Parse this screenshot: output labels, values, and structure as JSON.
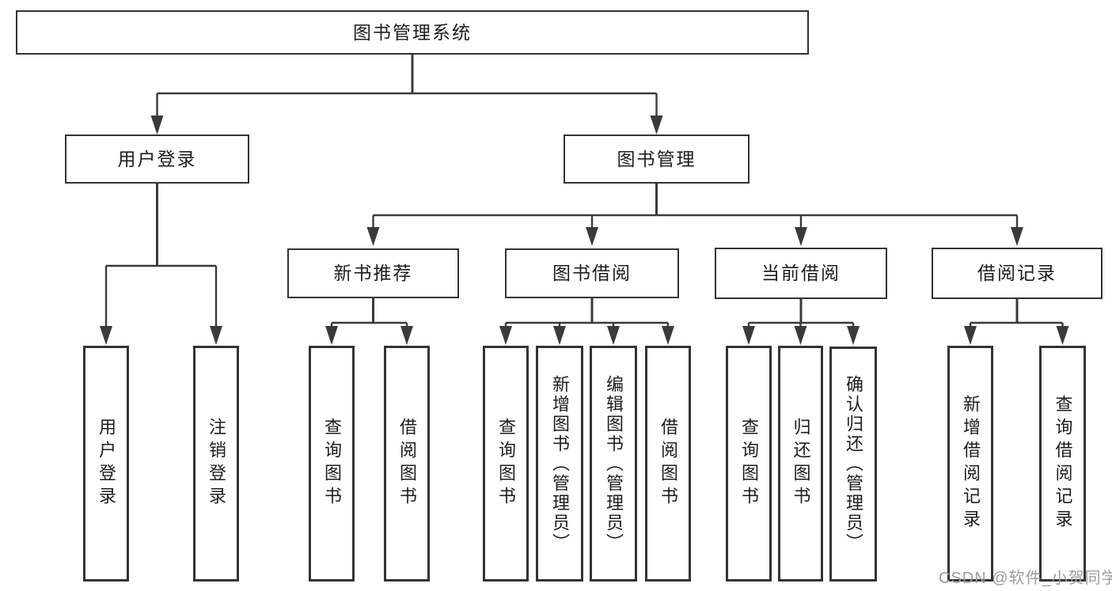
{
  "diagram": {
    "root": {
      "label": "图书管理系统"
    },
    "level2": [
      {
        "label": "用户登录",
        "children": [
          {
            "label": "用户登录"
          },
          {
            "label": "注销登录"
          }
        ]
      },
      {
        "label": "图书管理",
        "children": [
          {
            "label": "新书推荐",
            "children": [
              {
                "label": "查询图书"
              },
              {
                "label": "借阅图书"
              }
            ]
          },
          {
            "label": "图书借阅",
            "children": [
              {
                "label": "查询图书"
              },
              {
                "label": "新增图书（管理员）"
              },
              {
                "label": "编辑图书（管理员）"
              },
              {
                "label": "借阅图书"
              }
            ]
          },
          {
            "label": "当前借阅",
            "children": [
              {
                "label": "查询图书"
              },
              {
                "label": "归还图书"
              },
              {
                "label": "确认归还（管理员）"
              }
            ]
          },
          {
            "label": "借阅记录",
            "children": [
              {
                "label": "新增借阅记录"
              },
              {
                "label": "查询借阅记录"
              }
            ]
          }
        ]
      }
    ]
  },
  "watermark": {
    "text": "CSDN @软件_小贺同学"
  },
  "colors": {
    "line": "#3a3a3a",
    "border": "#333333",
    "text": "#1d1d1d",
    "background": "#ffffff",
    "watermark": "#9c9c9c"
  }
}
